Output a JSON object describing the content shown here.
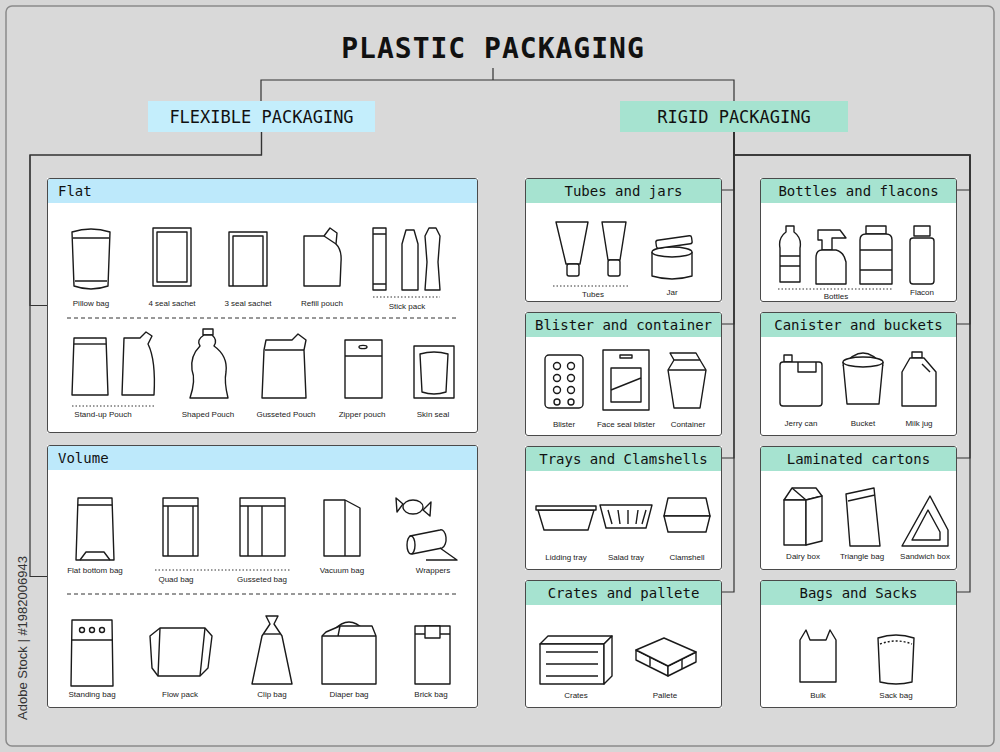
{
  "diagram": {
    "title": "PLASTIC PACKAGING",
    "nodes": [
      {
        "text": [
          "FLEXIBLE PACKAGING"
        ]
      },
      {
        "text": [
          "RIGID PACKAGING"
        ]
      },
      {
        "text": [
          "Flat"
        ]
      },
      {
        "text": [
          "Volume"
        ]
      },
      {
        "text": [
          "Tubes and jars"
        ]
      },
      {
        "text": [
          "Bottles and flacons"
        ]
      },
      {
        "text": [
          "Blister and container"
        ]
      },
      {
        "text": [
          "Canister and buckets"
        ]
      },
      {
        "text": [
          "Trays and Clamshells"
        ]
      },
      {
        "text": [
          "Laminated cartons"
        ]
      },
      {
        "text": [
          "Crates and pallete"
        ]
      },
      {
        "text": [
          "Bags and Sacks"
        ]
      }
    ],
    "edges": [
      {
        "from": 0,
        "to": 2,
        "arrow": "none"
      },
      {
        "from": 0,
        "to": 3,
        "arrow": "none"
      },
      {
        "from": 1,
        "to": 4,
        "arrow": "none"
      },
      {
        "from": 1,
        "to": 5,
        "arrow": "none"
      },
      {
        "from": 1,
        "to": 6,
        "arrow": "none"
      },
      {
        "from": 1,
        "to": 7,
        "arrow": "none"
      },
      {
        "from": 1,
        "to": 8,
        "arrow": "none"
      },
      {
        "from": 1,
        "to": 9,
        "arrow": "none"
      },
      {
        "from": 1,
        "to": 10,
        "arrow": "none"
      },
      {
        "from": 1,
        "to": 11,
        "arrow": "none"
      }
    ],
    "labels": [
      "Pillow bag",
      "4 seal sachet",
      "3 seal sachet",
      "Refill pouch",
      "Stick pack",
      "Stand-up Pouch",
      "Shaped Pouch",
      "Gusseted Pouch",
      "Zipper pouch",
      "Skin seal",
      "Flat bottom bag",
      "Quad bag",
      "Gusseted bag",
      "Vacuum bag",
      "Wrappers",
      "Standing bag",
      "Flow pack",
      "Clip bag",
      "Diaper bag",
      "Brick bag",
      "Tubes",
      "Jar",
      "Bottles",
      "Flacon",
      "Blister",
      "Face seal blister",
      "Container",
      "Jerry can",
      "Bucket",
      "Milk jug",
      "Lidding tray",
      "Salad tray",
      "Clamshell",
      "Dairy box",
      "Triangle bag",
      "Sandwich box",
      "Crates",
      "Pallete",
      "Bulk",
      "Sack bag",
      "Adobe Stock | #1982006943"
    ]
  }
}
